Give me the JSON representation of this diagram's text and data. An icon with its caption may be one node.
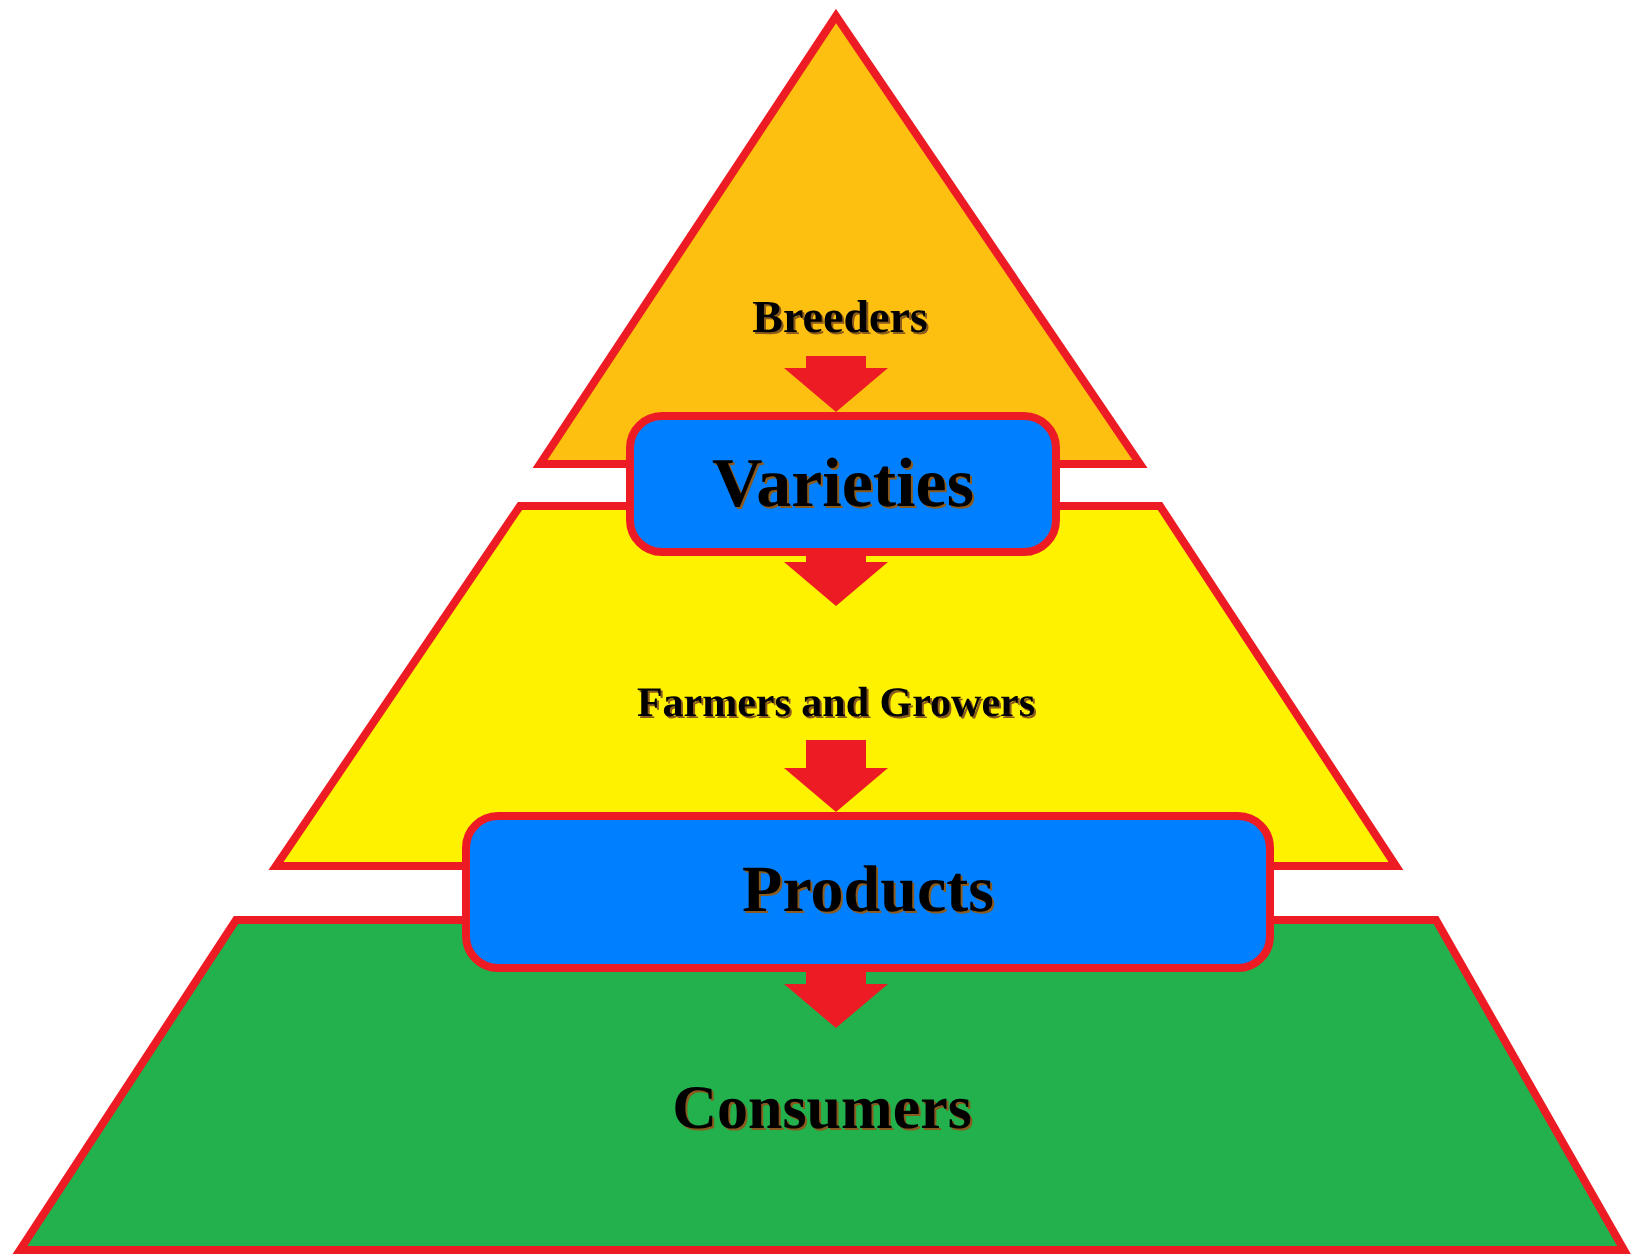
{
  "diagram": {
    "nodes": [
      {
        "text": [
          "Breeders"
        ]
      },
      {
        "text": [
          "Varieties"
        ]
      },
      {
        "text": [
          "Farmers and Growers"
        ]
      },
      {
        "text": [
          "Products"
        ]
      },
      {
        "text": [
          "Consumers"
        ]
      }
    ],
    "edges": [
      {
        "from": 0,
        "to": 1,
        "arrow": "to"
      },
      {
        "from": 1,
        "to": 2,
        "arrow": "to"
      },
      {
        "from": 2,
        "to": 3,
        "arrow": "to"
      },
      {
        "from": 3,
        "to": 4,
        "arrow": "to"
      }
    ]
  }
}
